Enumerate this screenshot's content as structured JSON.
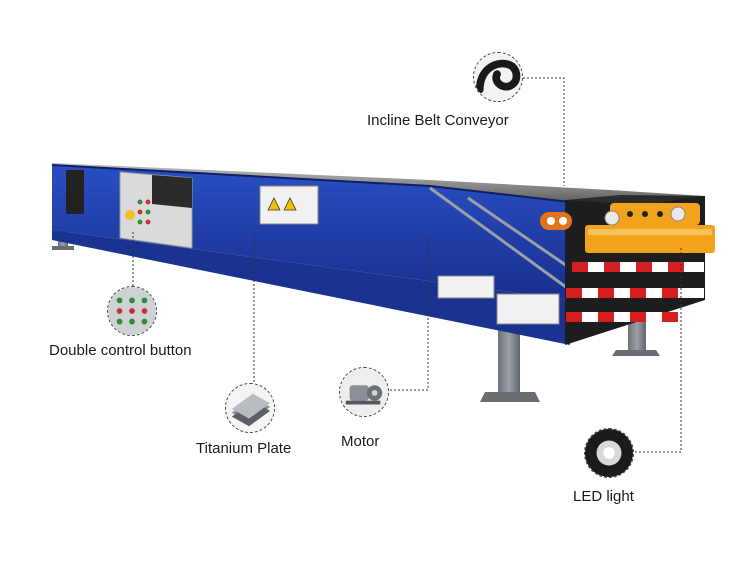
{
  "callouts": {
    "incline": "Incline Belt Conveyor",
    "control": "Double control button",
    "titanium": "Titanium Plate",
    "motor": "Motor",
    "led": "LED light"
  },
  "colors": {
    "frame_blue": "#1f3fa8",
    "frame_dark": "#13297a",
    "belt": "#3a3a3a",
    "accent_orange": "#f2a21b",
    "reflector_red": "#d61e1e",
    "support_gray": "#7d8289",
    "control_box": "#d9dadb"
  },
  "icons": {
    "incline_thumb": "belt-roll-icon",
    "control_thumb": "button-panel-icon",
    "titanium_thumb": "plate-stack-icon",
    "motor_thumb": "motor-icon",
    "led_thumb": "led-lamp-icon"
  }
}
